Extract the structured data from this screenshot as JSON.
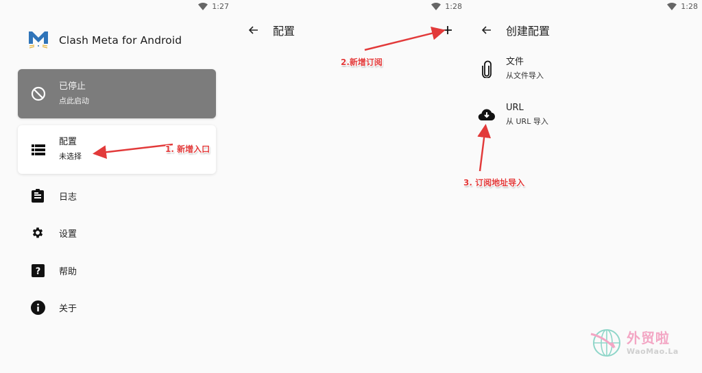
{
  "panels": {
    "home": {
      "status_time": "1:27",
      "app_title": "Clash Meta for Android",
      "status_card": {
        "title": "已停止",
        "subtitle": "点此启动",
        "bg_color": "#7c7c7c"
      },
      "profile_card": {
        "title": "配置",
        "subtitle": "未选择"
      },
      "menu": [
        {
          "label": "日志",
          "icon": "clipboard-icon"
        },
        {
          "label": "设置",
          "icon": "gear-icon"
        },
        {
          "label": "帮助",
          "icon": "help-icon"
        },
        {
          "label": "关于",
          "icon": "info-icon"
        }
      ]
    },
    "profiles": {
      "status_time": "1:28",
      "title": "配置",
      "add_icon": "plus-icon"
    },
    "create_profile": {
      "status_time": "1:28",
      "title": "创建配置",
      "options": [
        {
          "title": "文件",
          "subtitle": "从文件导入",
          "icon": "paperclip-icon"
        },
        {
          "title": "URL",
          "subtitle": "从 URL 导入",
          "icon": "cloud-download-icon"
        }
      ]
    }
  },
  "annotations": {
    "step1": "1. 新增入口",
    "step2": "2.新增订阅",
    "step3": "3. 订阅地址导入",
    "color": "#e23a3a"
  },
  "watermark": {
    "cn": "外贸啦",
    "en": "WaoMao.La"
  }
}
